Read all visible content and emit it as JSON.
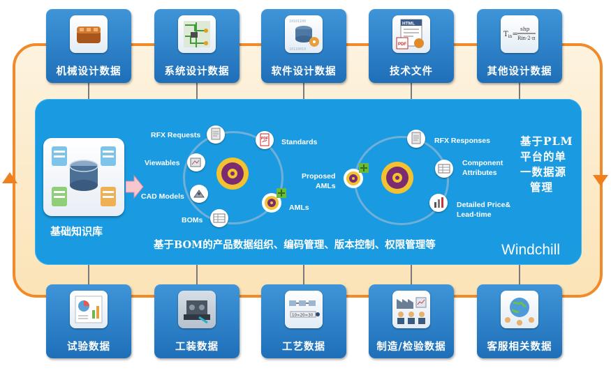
{
  "top_cards": [
    {
      "label": "机械设计数据",
      "icon": "mechanical-part-icon"
    },
    {
      "label": "系统设计数据",
      "icon": "circuit-board-icon"
    },
    {
      "label": "软件设计数据",
      "icon": "software-disc-icon"
    },
    {
      "label": "技术文件",
      "icon": "html-pdf-document-icon"
    },
    {
      "label": "其他设计数据",
      "icon": "formula-icon"
    }
  ],
  "bottom_cards": [
    {
      "label": "试验数据",
      "icon": "chart-report-icon"
    },
    {
      "label": "工装数据",
      "icon": "tooling-machine-icon"
    },
    {
      "label": "工艺数据",
      "icon": "process-flow-icon"
    },
    {
      "label": "制造/检验数据",
      "icon": "factory-people-icon"
    },
    {
      "label": "客服相关数据",
      "icon": "globe-customers-icon"
    }
  ],
  "formula_text": {
    "lhs": "T",
    "sub": "in",
    "numer": "shp",
    "denom": "Rin·2·π"
  },
  "process_text": "10≈20≈30",
  "knowledge_base": {
    "label": "基础知识库"
  },
  "left_cycle": {
    "items": [
      "RFX Requests",
      "Standards",
      "Viewables",
      "CAD Models",
      "AMLs",
      "BOMs"
    ]
  },
  "right_cycle": {
    "items": [
      "RFX Responses",
      "Component Attributes",
      "Proposed AMLs",
      "Detailed Price& Lead-time"
    ],
    "component_lines": [
      "Component",
      "Attributes"
    ],
    "proposed_lines": [
      "Proposed",
      "AMLs"
    ],
    "price_lines": [
      "Detailed Price&",
      "Lead-time"
    ]
  },
  "plm_title_lines": [
    "基于PLM",
    "平台的单",
    "一数据源",
    "管理"
  ],
  "bottom_caption": "基于BOM的产品数据组织、编码管理、版本控制、权限管理等",
  "brand": "Windchill",
  "colors": {
    "ring": "#f08a2a",
    "card": "#2a82c9",
    "panel": "#1a9ae0",
    "gear": "#7b2b6f"
  }
}
